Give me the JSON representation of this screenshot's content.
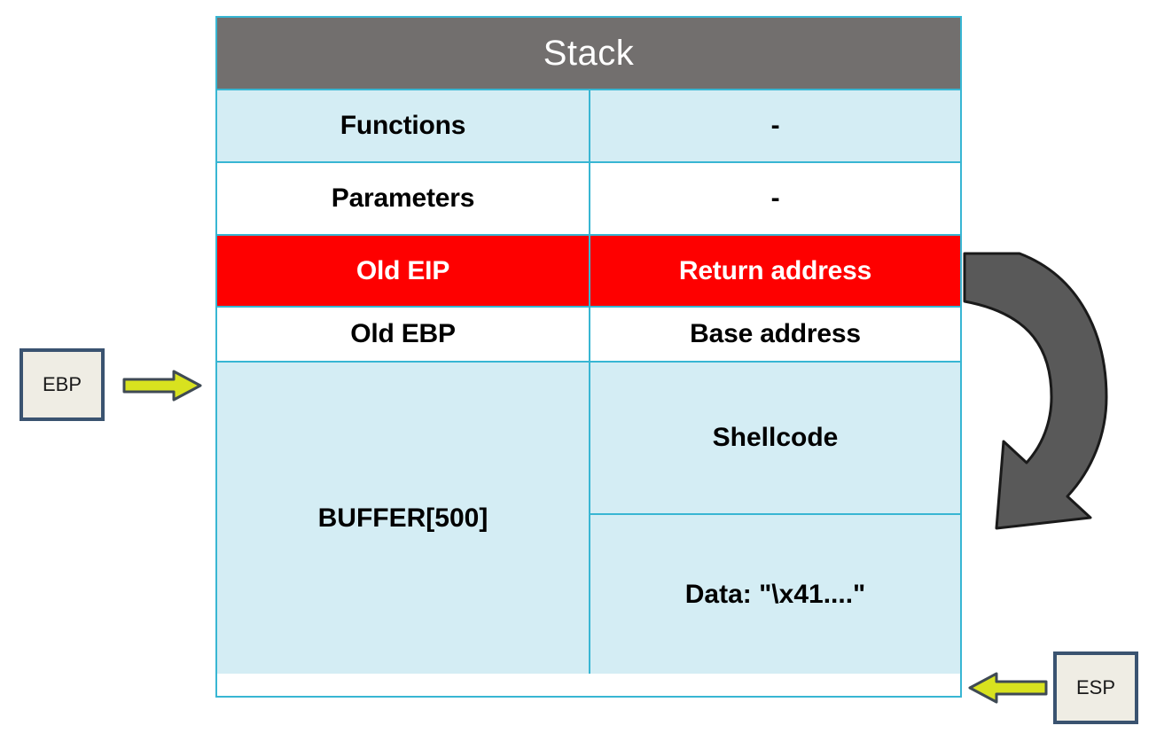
{
  "diagram": {
    "title": "Stack",
    "table": {
      "header": {
        "label": "Stack",
        "bg": "#726f6e",
        "text_color": "#ffffff"
      },
      "rows": [
        {
          "name": "functions",
          "left": "Functions",
          "right": "-",
          "bg": "#d4edf4"
        },
        {
          "name": "parameters",
          "left": "Parameters",
          "right": "-",
          "bg": "#ffffff"
        },
        {
          "name": "old-eip",
          "left": "Old EIP",
          "right": "Return address",
          "bg": "#fe0000"
        },
        {
          "name": "old-ebp",
          "left": "Old EBP",
          "right": "Base address",
          "bg": "#ffffff"
        }
      ],
      "buffer": {
        "label": "BUFFER[500]",
        "bg": "#d4edf4",
        "segments": [
          {
            "name": "shellcode",
            "label": "Shellcode"
          },
          {
            "name": "data",
            "label": "Data: \"\\x41....\""
          }
        ]
      }
    },
    "registers": [
      {
        "name": "ebp",
        "label": "EBP",
        "arrow_direction": "right",
        "points_to": "Old EBP / BUFFER boundary"
      },
      {
        "name": "esp",
        "label": "ESP",
        "arrow_direction": "left",
        "points_to": "bottom of BUFFER"
      }
    ],
    "flow_arrow": {
      "name": "return-address-redirect-arrow",
      "from": "Old EIP / Return address",
      "to": "Shellcode",
      "color": "#595959"
    },
    "colors": {
      "border": "#38b6d3",
      "light_blue": "#d4edf4",
      "white": "#ffffff",
      "red": "#fe0000",
      "gray_header": "#726f6e",
      "arrow_gray": "#595959",
      "arrow_yellow": "#d8e21f",
      "register_fill": "#efede4",
      "register_border": "#3a5370"
    }
  }
}
